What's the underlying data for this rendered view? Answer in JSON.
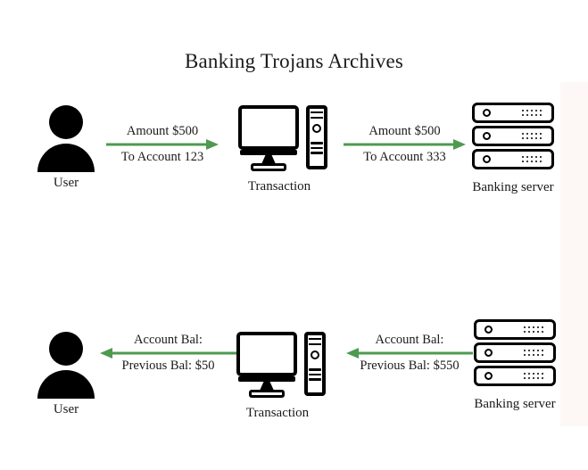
{
  "page": {
    "title": "Banking Trojans Archives",
    "accent_green": "#4e9a50",
    "icon_black": "#000000",
    "background": "#ffffff",
    "edge_band_color": "#fdf8f6"
  },
  "rows": {
    "top": {
      "user": {
        "label": "User",
        "icon": "user-avatar-icon"
      },
      "transaction": {
        "label": "Transaction",
        "icon": "desktop-computer-icon"
      },
      "server": {
        "label": "Banking server",
        "icon": "server-rack-icon"
      },
      "arrow1": {
        "direction": "right",
        "line1": "Amount $500",
        "line2": "To Account 123"
      },
      "arrow2": {
        "direction": "right",
        "line1": "Amount $500",
        "line2": "To Account 333"
      }
    },
    "bottom": {
      "user": {
        "label": "User",
        "icon": "user-avatar-icon"
      },
      "transaction": {
        "label": "Transaction",
        "icon": "desktop-computer-icon"
      },
      "server": {
        "label": "Banking server",
        "icon": "server-rack-icon"
      },
      "arrow1": {
        "direction": "left",
        "line1": "Account Bal:",
        "line2": "Previous Bal: $50"
      },
      "arrow2": {
        "direction": "left",
        "line1": "Account Bal:",
        "line2": "Previous Bal: $550"
      }
    }
  }
}
